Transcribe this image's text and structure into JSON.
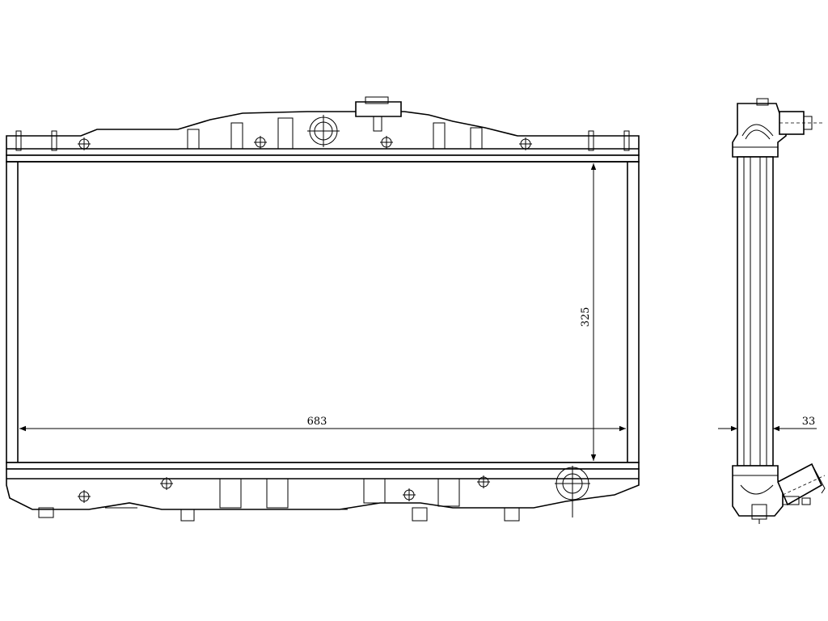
{
  "dimensions": {
    "width_label": "683",
    "height_label": "325",
    "depth_label": "33"
  }
}
